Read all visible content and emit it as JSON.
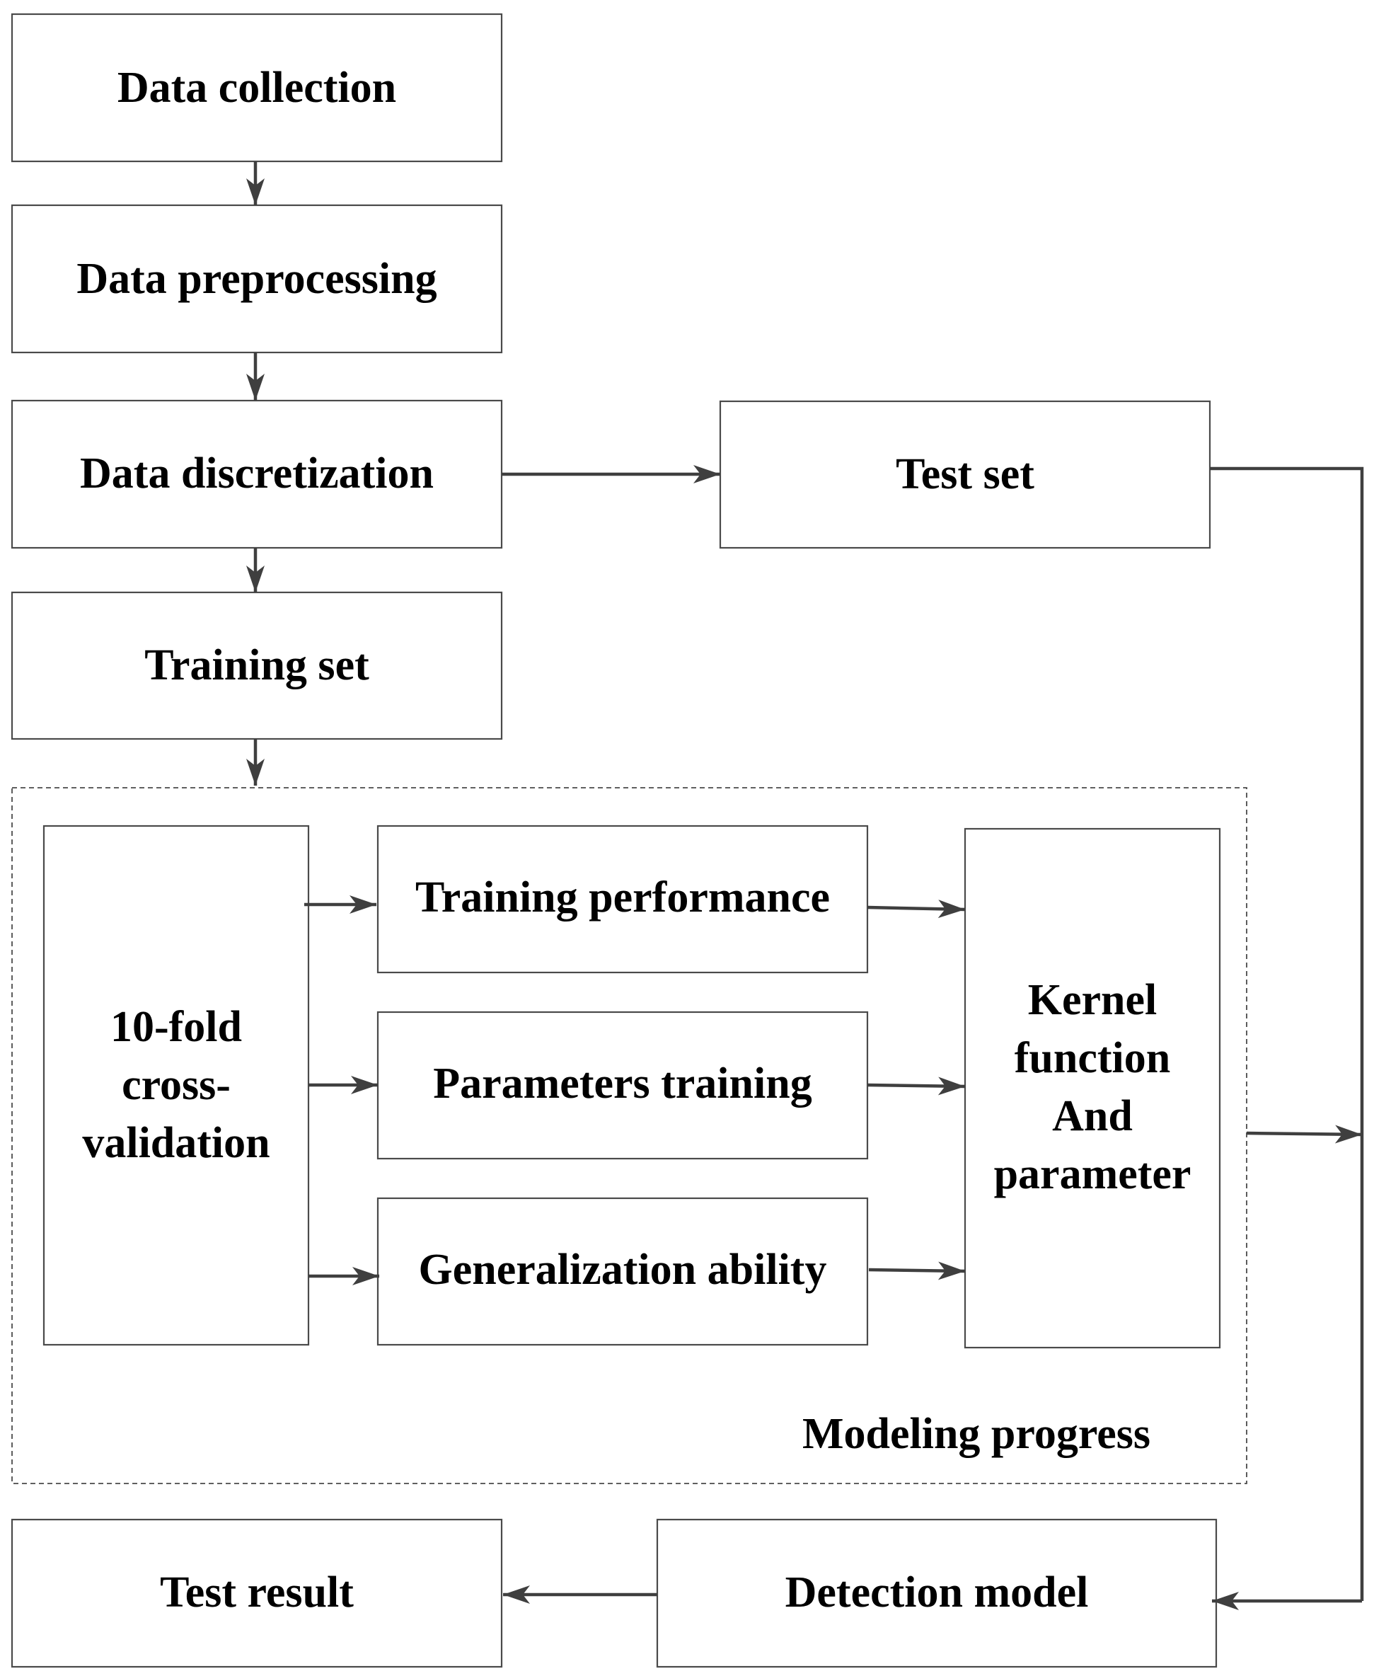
{
  "nodes": {
    "data_collection": "Data collection",
    "data_preprocessing": "Data preprocessing",
    "data_discretization": "Data discretization",
    "test_set": "Test set",
    "training_set": "Training set",
    "cross_validation": [
      "10-fold",
      "cross-",
      "validation"
    ],
    "training_performance": "Training performance",
    "parameters_training": "Parameters training",
    "generalization_ability": "Generalization ability",
    "kernel_function": [
      "Kernel",
      "function",
      "And",
      "parameter"
    ],
    "test_result": "Test result",
    "detection_model": "Detection model"
  },
  "group": {
    "label": "Modeling progress"
  },
  "colors": {
    "stroke": "#4a4a4a",
    "arrow": "#3f3f3f",
    "text": "#000000"
  }
}
